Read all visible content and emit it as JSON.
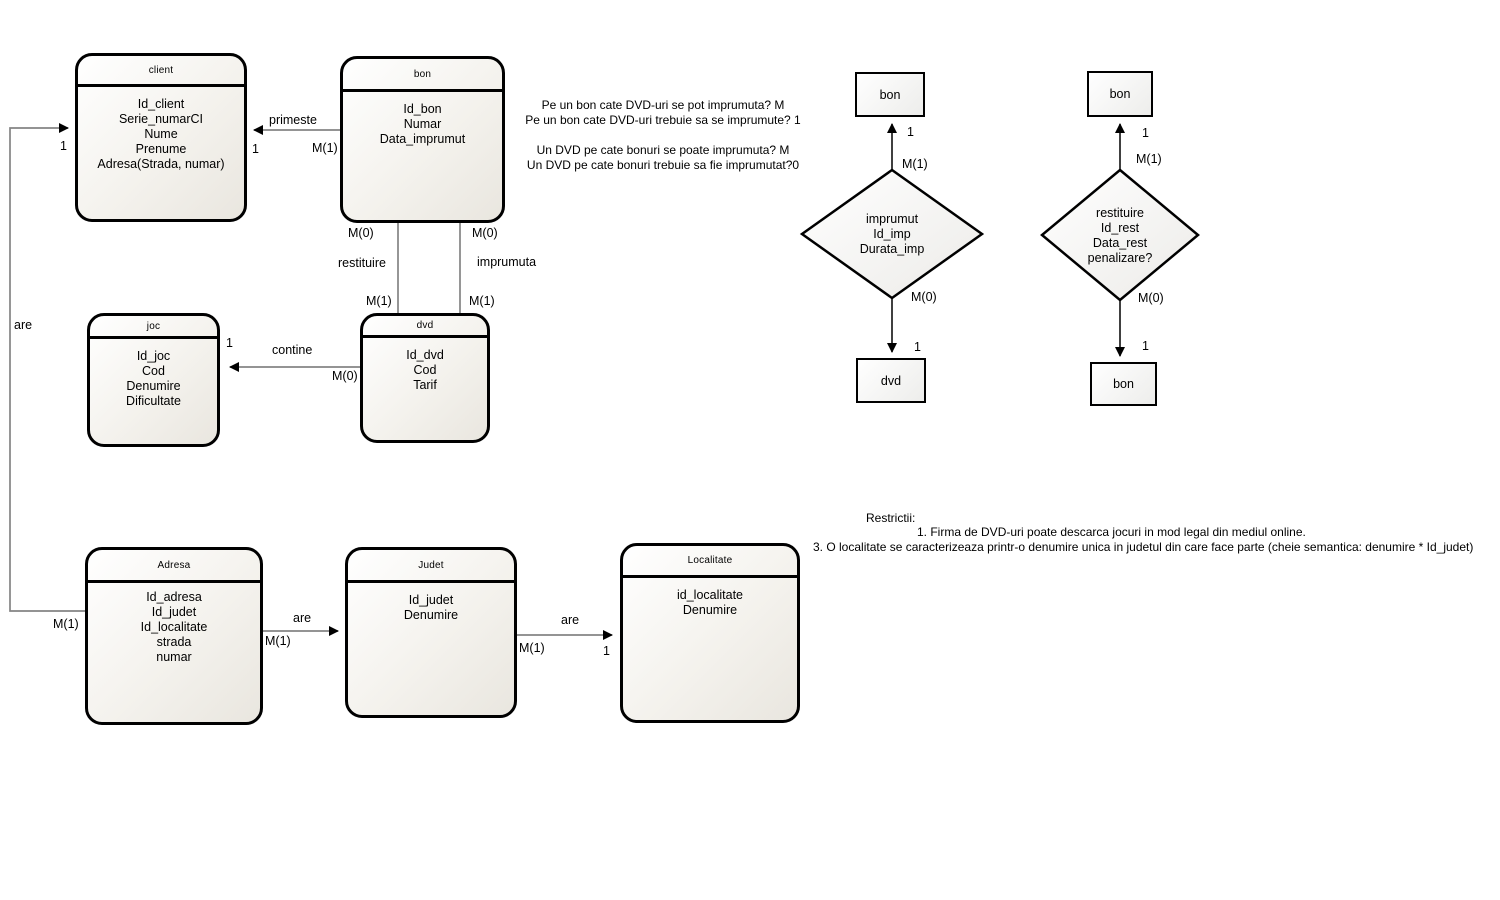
{
  "entities": {
    "client": {
      "title": "client",
      "attrs": "Id_client\nSerie_numarCI\nNume\nPrenume\nAdresa(Strada, numar)"
    },
    "bon": {
      "title": "bon",
      "attrs": "Id_bon\nNumar\nData_imprumut"
    },
    "joc": {
      "title": "joc",
      "attrs": "Id_joc\nCod\nDenumire\nDificultate"
    },
    "dvd": {
      "title": "dvd",
      "attrs": "Id_dvd\nCod\nTarif"
    },
    "adresa": {
      "title": "Adresa",
      "attrs": "Id_adresa\nId_judet\nId_localitate\nstrada\nnumar"
    },
    "judet": {
      "title": "Judet",
      "attrs": "Id_judet\nDenumire"
    },
    "localitate": {
      "title": "Localitate",
      "attrs": "id_localitate\nDenumire"
    }
  },
  "nodes": {
    "bon_top_left": "bon",
    "dvd_bottom_left": "dvd",
    "bon_top_right": "bon",
    "bon_bottom_right": "bon"
  },
  "relationships": {
    "imprumut": {
      "text": "imprumut\nId_imp\nDurata_imp"
    },
    "restituire": {
      "text": "restituire\nId_rest\nData_rest\npenalizare?"
    }
  },
  "edges": {
    "primeste": {
      "label": "primeste",
      "one": "1",
      "many": "M(1)"
    },
    "are_left": {
      "label": "are",
      "one": "1",
      "many": "M(1)"
    },
    "restituire_link": {
      "label": "restituire",
      "m0": "M(0)",
      "m1": "M(1)"
    },
    "imprumuta_link": {
      "label": "imprumuta",
      "m0": "M(0)",
      "m1": "M(1)"
    },
    "contine": {
      "label": "contine",
      "one": "1",
      "m0": "M(0)"
    },
    "are_adresa_judet": {
      "label": "are",
      "m1": "M(1)"
    },
    "are_judet_localitate": {
      "label": "are",
      "m1": "M(1)",
      "one": "1"
    },
    "imprumut_top": {
      "one": "1",
      "m1": "M(1)"
    },
    "imprumut_bottom": {
      "one": "1",
      "m0": "M(0)"
    },
    "restituire_top": {
      "one": "1",
      "m1": "M(1)"
    },
    "restituire_bottom": {
      "one": "1",
      "m0": "M(0)"
    }
  },
  "notes": {
    "questions": "Pe un bon cate DVD-uri se pot imprumuta? M\nPe un bon cate DVD-uri trebuie sa se imprumute? 1\n\nUn DVD pe cate bonuri se poate imprumuta? M\nUn DVD pe cate bonuri trebuie sa fie imprumutat?0",
    "restrictii_title": "Restrictii:",
    "restrictii_1": "1. Firma de DVD-uri poate descarca jocuri in mod legal din mediul online.",
    "restrictii_3": "3. O localitate se caracterizeaza printr-o denumire unica in judetul din care face parte (cheie semantica: denumire * Id_judet)"
  },
  "colors": {
    "entity_fill_start": "#ffffff",
    "entity_fill_end": "#e9e6df",
    "border": "#000000",
    "edge_line": "#848484"
  }
}
